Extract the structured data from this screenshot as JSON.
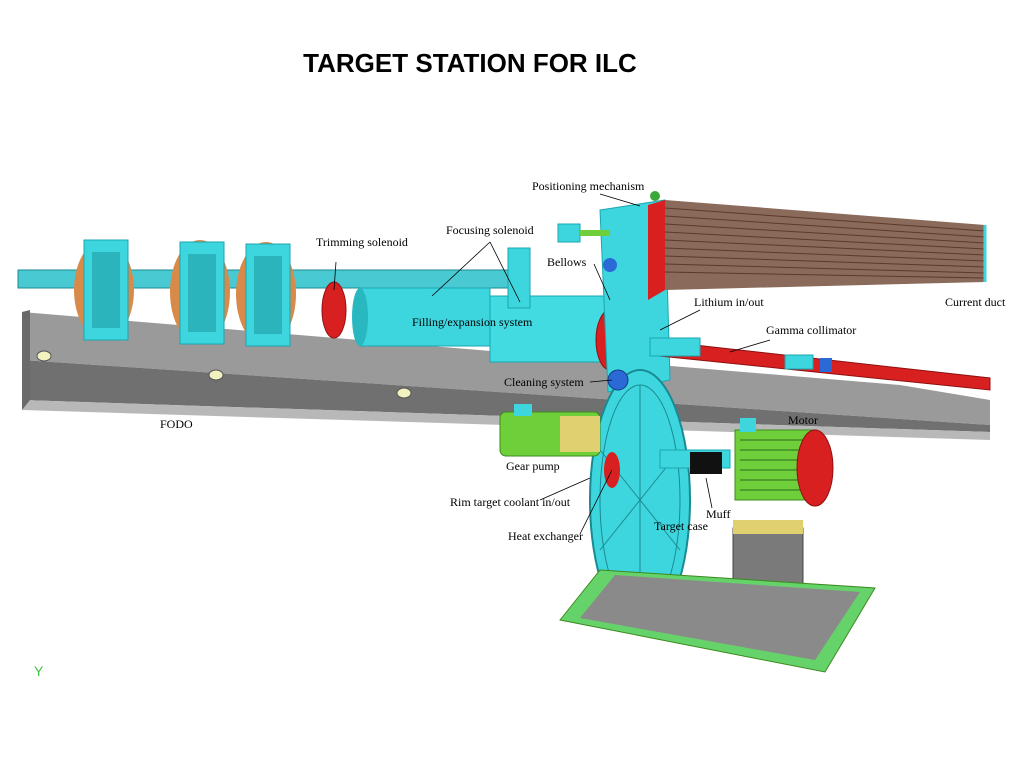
{
  "title": "TARGET STATION FOR ILC",
  "labels": {
    "positioning_mechanism": "Positioning mechanism",
    "trimming_solenoid": "Trimming solenoid",
    "focusing_solenoid": "Focusing solenoid",
    "bellows": "Bellows",
    "current_duct": "Current duct",
    "lithium_in_out": "Lithium in/out",
    "gamma_collimator": "Gamma collimator",
    "filling_expansion_system": "Filling/expansion system",
    "cleaning_system": "Cleaning system",
    "fodo": "FODO",
    "gear_pump": "Gear pump",
    "motor": "Motor",
    "rim_target_coolant": "Rim target coolant in/out",
    "muff": "Muff",
    "target_case": "Target case",
    "heat_exchanger": "Heat exchanger",
    "axis_marker": "Y"
  },
  "colors": {
    "rail": "#8e8e8e",
    "rail_dark": "#5f5f5f",
    "cyan": "#3ed6de",
    "cyan_dark": "#1aa6b0",
    "copper": "#d88a4a",
    "red": "#d92020",
    "green": "#6fcf3a",
    "current_duct": "#8a6a5a",
    "base_green": "#66d36a",
    "base_gray": "#7a7a7a"
  }
}
